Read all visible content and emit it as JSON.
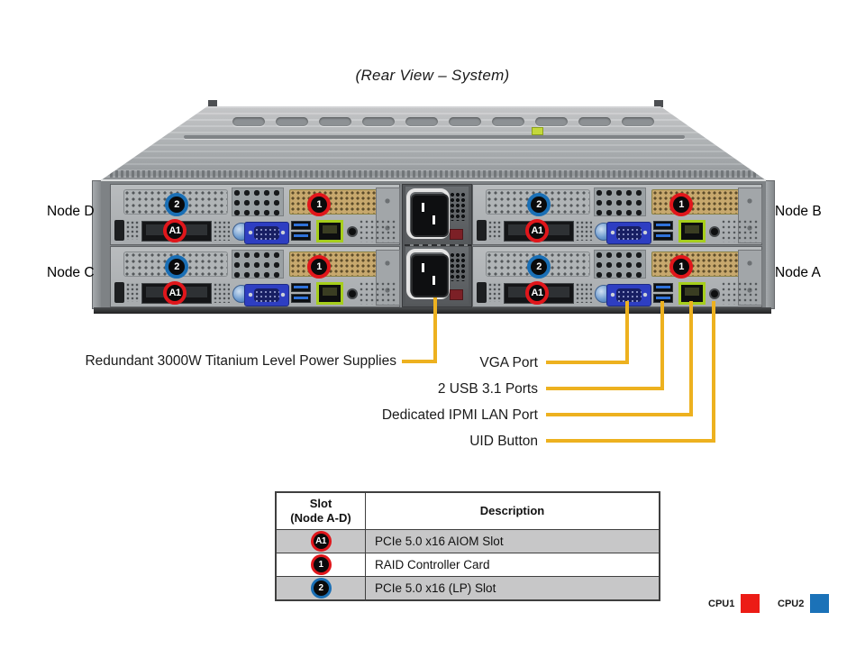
{
  "title": "(Rear View – System)",
  "node_labels": {
    "d": "Node D",
    "c": "Node C",
    "b": "Node B",
    "a": "Node A"
  },
  "badges": {
    "aiom": "A1",
    "raid": "1",
    "lp": "2"
  },
  "callouts": {
    "psu": "Redundant 3000W Titanium Level Power Supplies",
    "vga": "VGA Port",
    "usb": "2 USB 3.1 Ports",
    "ipmi": "Dedicated IPMI LAN Port",
    "uid": "UID Button"
  },
  "table": {
    "header": {
      "slot_line1": "Slot",
      "slot_line2": "(Node A-D)",
      "description": "Description"
    },
    "rows": [
      {
        "badge": "A1",
        "ring": "red",
        "description": "PCIe 5.0 x16 AIOM Slot"
      },
      {
        "badge": "1",
        "ring": "red",
        "description": "RAID Controller Card"
      },
      {
        "badge": "2",
        "ring": "blue",
        "description": "PCIe 5.0 x16 (LP) Slot"
      }
    ]
  },
  "legend": {
    "cpu1": {
      "label": "CPU1",
      "color": "#EC1C16"
    },
    "cpu2": {
      "label": "CPU2",
      "color": "#1B72B8"
    }
  },
  "colors": {
    "callout_line": "#EDB11F",
    "badge_red_ring": "#E0161B",
    "badge_blue_ring": "#1A6FB5",
    "table_shaded_row": "#C7C7C8"
  }
}
